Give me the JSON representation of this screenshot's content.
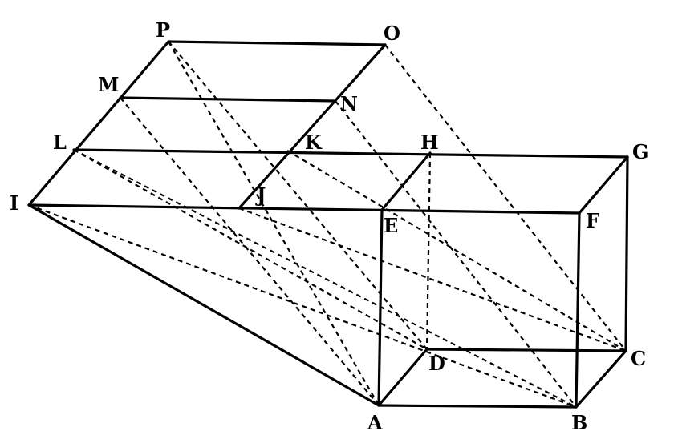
{
  "diagram": {
    "points": {
      "A": "A",
      "B": "B",
      "C": "C",
      "D": "D",
      "E": "E",
      "F": "F",
      "G": "G",
      "H": "H",
      "I": "I",
      "J": "J",
      "K": "K",
      "L": "L",
      "M": "M",
      "N": "N",
      "O": "O",
      "P": "P"
    }
  }
}
